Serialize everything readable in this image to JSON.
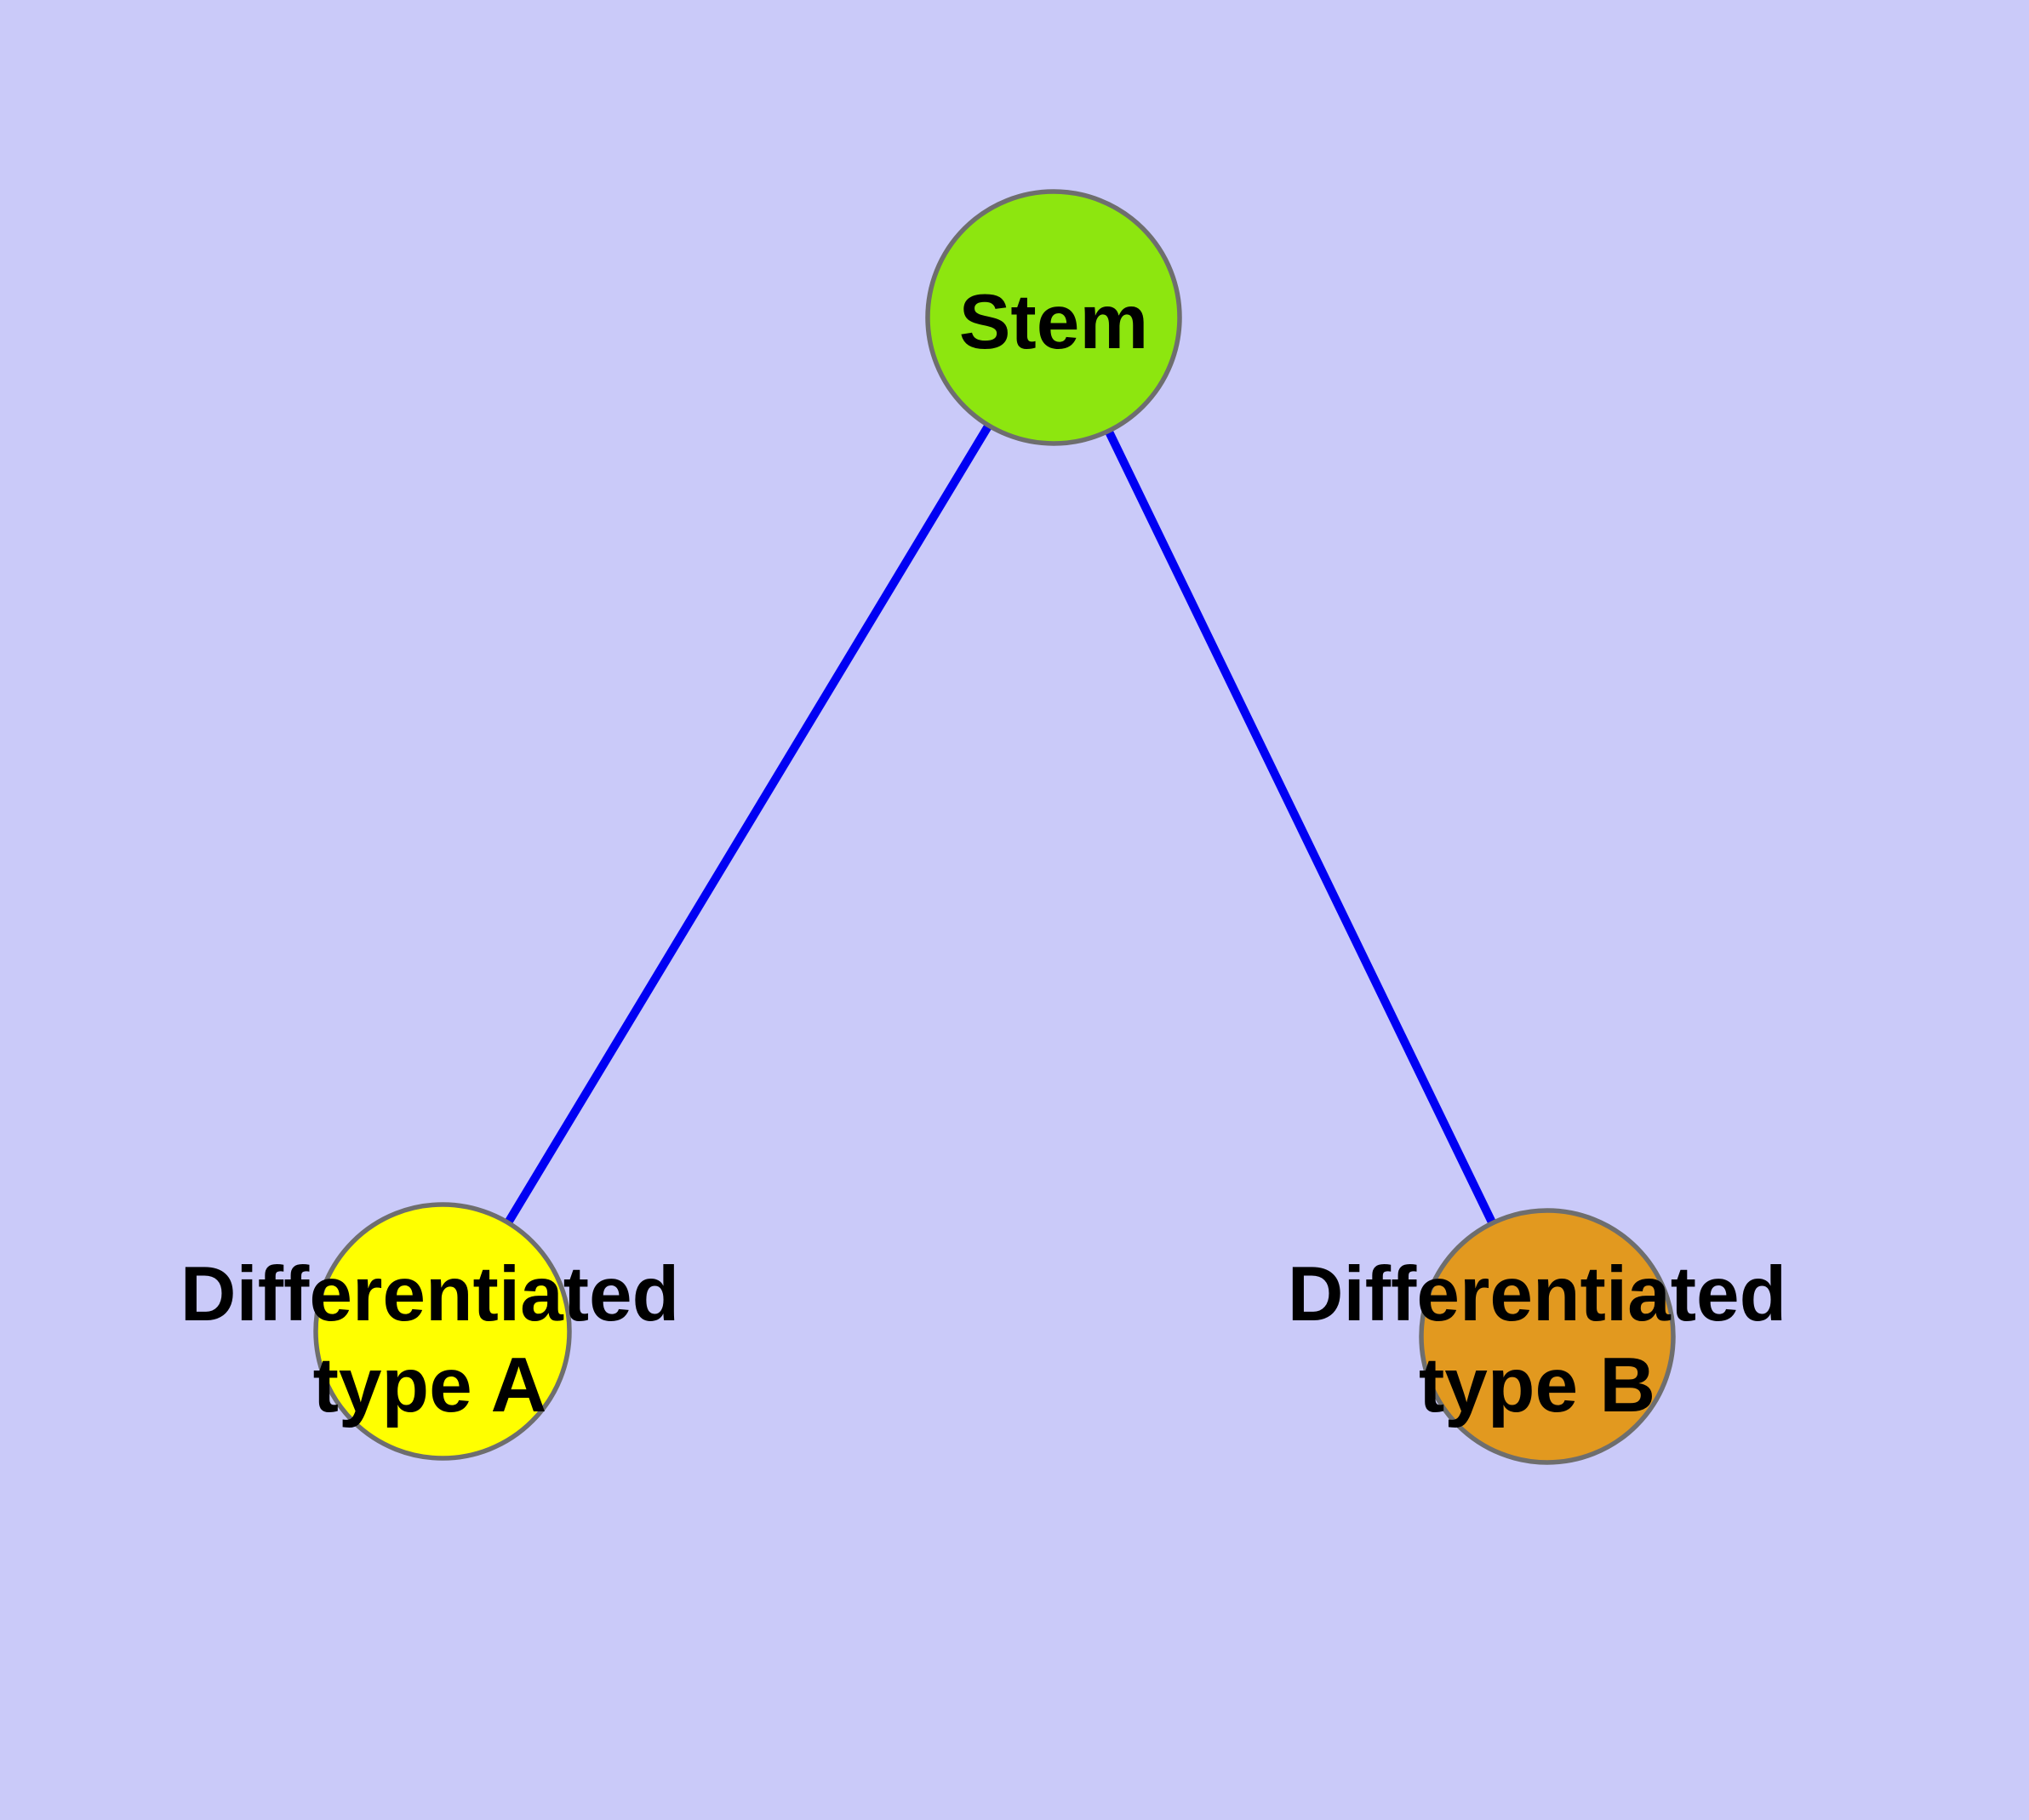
{
  "diagram": {
    "background_color": "#CACAF9",
    "edge_color": "#0000F3",
    "node_border_color": "#6E6E6E",
    "label_color": "#000000",
    "nodes": [
      {
        "id": "stem",
        "label": "Stem",
        "label_lines": [
          "Stem"
        ],
        "fill": "#8DE60F"
      },
      {
        "id": "differentiated-type-a",
        "label": "Differentiated type A",
        "label_lines": [
          "Differentiated",
          "type A"
        ],
        "fill": "#FFFF00"
      },
      {
        "id": "differentiated-type-b",
        "label": "Differentiated type B",
        "label_lines": [
          "Differentiated",
          "type B"
        ],
        "fill": "#E2991F"
      }
    ],
    "edges": [
      {
        "from": "stem",
        "to": "differentiated-type-a"
      },
      {
        "from": "stem",
        "to": "differentiated-type-b"
      }
    ]
  }
}
